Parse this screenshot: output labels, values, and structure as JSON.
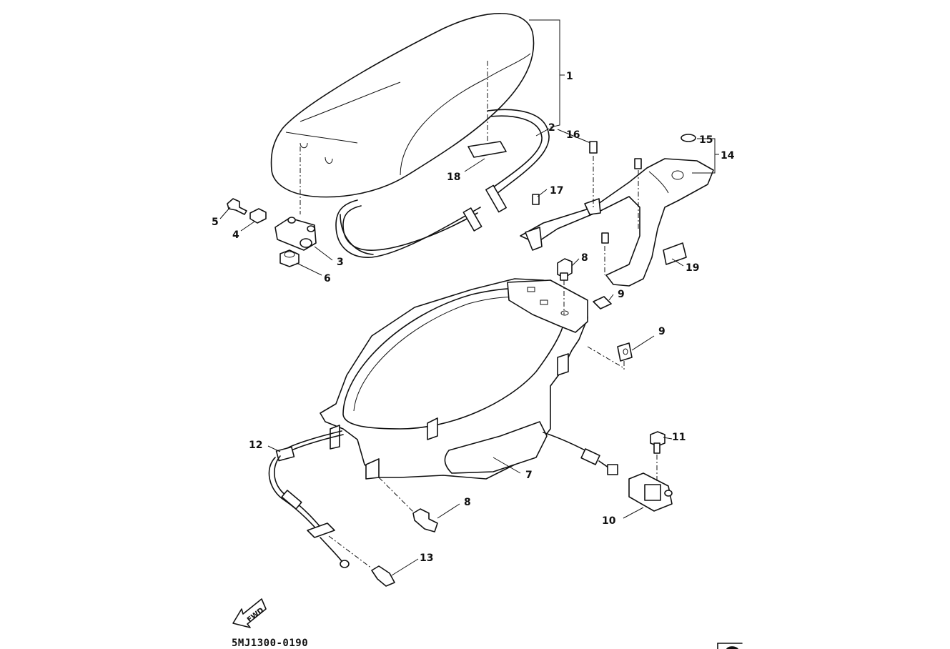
{
  "diagram_code": "5MJ1300-0190",
  "fwd_label": "FWD",
  "callouts": [
    "1",
    "2",
    "3",
    "4",
    "5",
    "6",
    "7",
    "8",
    "8",
    "9",
    "9",
    "10",
    "11",
    "12",
    "13",
    "14",
    "15",
    "16",
    "17",
    "18",
    "19"
  ]
}
